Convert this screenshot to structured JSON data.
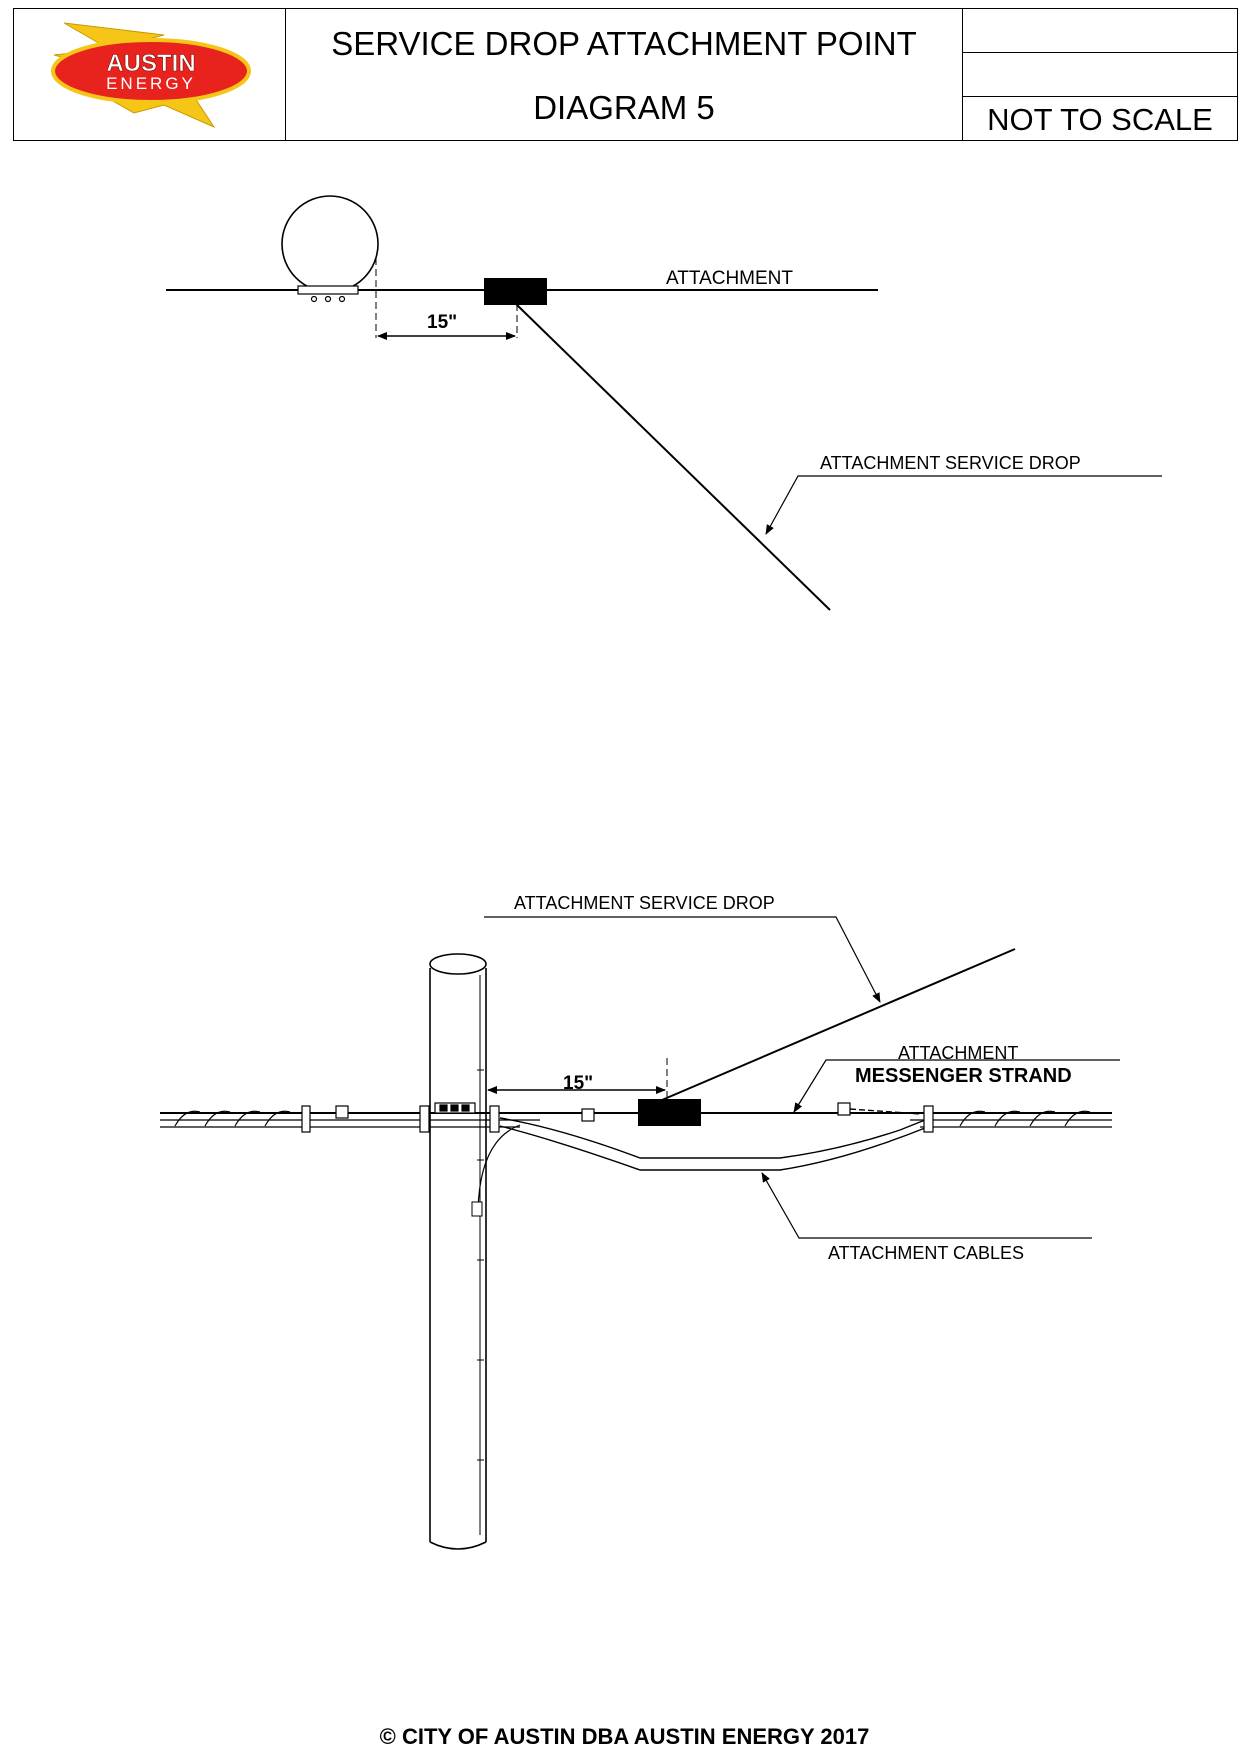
{
  "header": {
    "title_line1": "SERVICE DROP  ATTACHMENT POINT",
    "title_line2": "DIAGRAM 5",
    "scale_note": "NOT TO SCALE",
    "logo_text_top": "AUSTIN",
    "logo_text_bottom": "ENERGY"
  },
  "diagram_top": {
    "label_attachment": "ATTACHMENT",
    "label_service_drop": "ATTACHMENT SERVICE DROP",
    "dimension": "15\""
  },
  "diagram_bottom": {
    "label_service_drop": "ATTACHMENT SERVICE DROP",
    "label_attachment": "ATTACHMENT",
    "label_messenger": "MESSENGER STRAND",
    "label_cables": "ATTACHMENT CABLES",
    "dimension": "15\""
  },
  "footer": {
    "copyright": "© CITY OF AUSTIN DBA AUSTIN ENERGY 2017"
  },
  "colors": {
    "logo_red": "#e8231e",
    "logo_yellow": "#f5c518",
    "line": "#000000"
  }
}
